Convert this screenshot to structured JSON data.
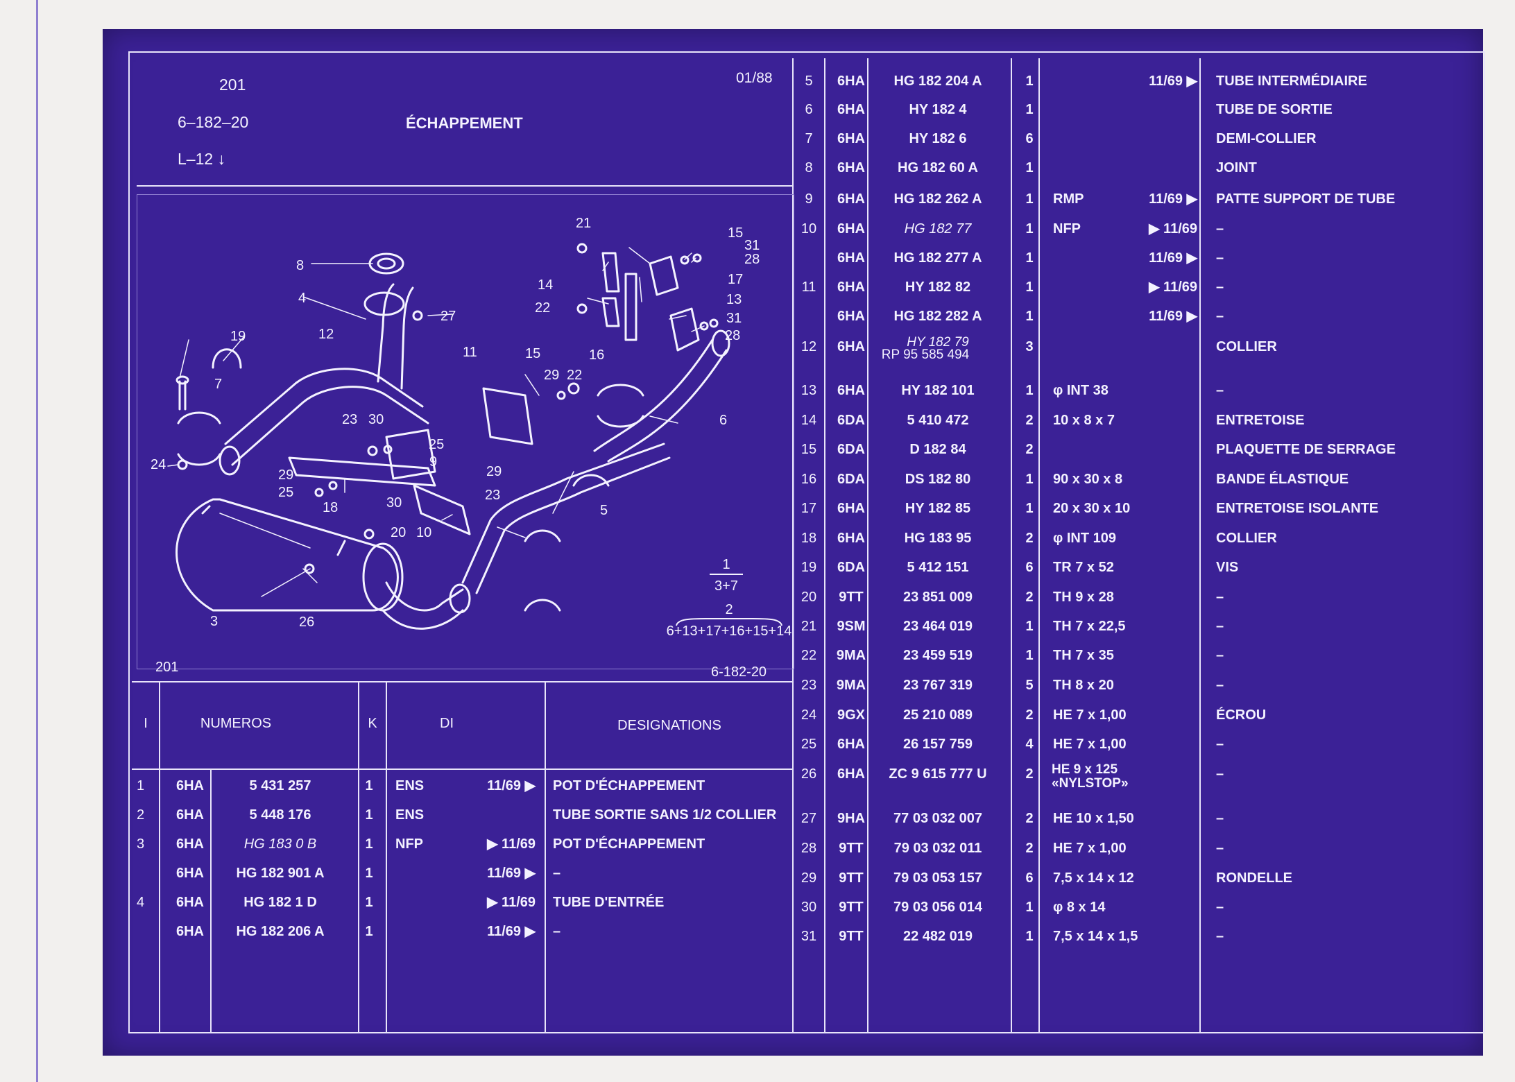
{
  "header": {
    "page_number": "201",
    "group_code": "6–182–20",
    "model": "L–12 ↓",
    "title": "ÉCHAPPEMENT",
    "date": "01/88"
  },
  "diagram": {
    "corner_left": "201",
    "corner_right": "6-182-20",
    "fraction_numerator": "1",
    "fraction_denominator": "3+7",
    "group_top": "2",
    "group_bottom": "6+13+17+16+15+14",
    "callouts": [
      "21",
      "15",
      "31",
      "28",
      "8",
      "14",
      "17",
      "4",
      "27",
      "22",
      "13",
      "31",
      "12",
      "19",
      "11",
      "15",
      "16",
      "28",
      "7",
      "29",
      "22",
      "6",
      "23",
      "30",
      "25",
      "9",
      "24",
      "29",
      "29",
      "25",
      "23",
      "18",
      "30",
      "5",
      "20",
      "10",
      "3",
      "26"
    ]
  },
  "lower_table": {
    "headers": {
      "index": "I",
      "numeros": "NUMEROS",
      "k": "K",
      "di": "DI",
      "designations": "DESIGNATIONS"
    },
    "rows": [
      {
        "i": "1",
        "code": "6HA",
        "number": "5 431 257",
        "k": "1",
        "di": "ENS",
        "date": "11/69 ▶",
        "designation": "POT D'ÉCHAPPEMENT",
        "italic": false
      },
      {
        "i": "2",
        "code": "6HA",
        "number": "5 448 176",
        "k": "1",
        "di": "ENS",
        "date": "",
        "designation": "TUBE SORTIE SANS 1/2 COLLIER",
        "italic": false
      },
      {
        "i": "3",
        "code": "6HA",
        "number": "HG 183    0 B",
        "k": "1",
        "di": "NFP",
        "date": "▶ 11/69",
        "designation": "POT D'ÉCHAPPEMENT",
        "italic": true
      },
      {
        "i": "",
        "code": "6HA",
        "number": "HG 182 901 A",
        "k": "1",
        "di": "",
        "date": "11/69 ▶",
        "designation": "–",
        "italic": false
      },
      {
        "i": "4",
        "code": "6HA",
        "number": "HG 182    1 D",
        "k": "1",
        "di": "",
        "date": "▶ 11/69",
        "designation": "TUBE D'ENTRÉE",
        "italic": false
      },
      {
        "i": "",
        "code": "6HA",
        "number": "HG 182 206 A",
        "k": "1",
        "di": "",
        "date": "11/69 ▶",
        "designation": "–",
        "italic": false
      }
    ]
  },
  "right_table": {
    "rows": [
      {
        "i": "5",
        "code": "6HA",
        "number": "HG 182 204 A",
        "k": "1",
        "di": "",
        "date": "11/69 ▶",
        "designation": "TUBE INTERMÉDIAIRE",
        "italic": false
      },
      {
        "i": "6",
        "code": "6HA",
        "number": "HY 182     4",
        "k": "1",
        "di": "",
        "date": "",
        "designation": "TUBE DE SORTIE",
        "italic": false
      },
      {
        "i": "7",
        "code": "6HA",
        "number": "HY 182     6",
        "k": "6",
        "di": "",
        "date": "",
        "designation": "DEMI-COLLIER",
        "italic": false
      },
      {
        "i": "8",
        "code": "6HA",
        "number": "HG 182   60 A",
        "k": "1",
        "di": "",
        "date": "",
        "designation": "JOINT",
        "italic": false
      },
      {
        "i": "9",
        "code": "6HA",
        "number": "HG 182 262 A",
        "k": "1",
        "di": "RMP",
        "date": "11/69 ▶",
        "designation": "PATTE SUPPORT DE TUBE",
        "italic": false
      },
      {
        "i": "10",
        "code": "6HA",
        "number": "HG 182   77",
        "k": "1",
        "di": "NFP",
        "date": "▶ 11/69",
        "designation": "–",
        "italic": true
      },
      {
        "i": "",
        "code": "6HA",
        "number": "HG 182 277 A",
        "k": "1",
        "di": "",
        "date": "11/69 ▶",
        "designation": "–",
        "italic": false
      },
      {
        "i": "11",
        "code": "6HA",
        "number": "HY 182   82",
        "k": "1",
        "di": "",
        "date": "▶ 11/69",
        "designation": "–",
        "italic": false
      },
      {
        "i": "",
        "code": "6HA",
        "number": "HG 182 282 A",
        "k": "1",
        "di": "",
        "date": "11/69 ▶",
        "designation": "–",
        "italic": false
      },
      {
        "i": "12",
        "code": "6HA",
        "number": "HY 182   79",
        "number2": "RP 95 585 494",
        "k": "3",
        "di": "",
        "date": "",
        "designation": "COLLIER",
        "italic": true
      },
      {
        "i": "13",
        "code": "6HA",
        "number": "HY 182 101",
        "k": "1",
        "di": "φ INT 38",
        "date": "",
        "designation": "–",
        "italic": false
      },
      {
        "i": "14",
        "code": "6DA",
        "number": "5 410 472",
        "k": "2",
        "di": "10 x 8 x 7",
        "date": "",
        "designation": "ENTRETOISE",
        "italic": false
      },
      {
        "i": "15",
        "code": "6DA",
        "number": "D  182   84",
        "k": "2",
        "di": "",
        "date": "",
        "designation": "PLAQUETTE DE SERRAGE",
        "italic": false
      },
      {
        "i": "16",
        "code": "6DA",
        "number": "DS 182   80",
        "k": "1",
        "di": "90 x 30 x 8",
        "date": "",
        "designation": "BANDE ÉLASTIQUE",
        "italic": false
      },
      {
        "i": "17",
        "code": "6HA",
        "number": "HY 182   85",
        "k": "1",
        "di": "20 x 30 x 10",
        "date": "",
        "designation": "ENTRETOISE ISOLANTE",
        "italic": false
      },
      {
        "i": "18",
        "code": "6HA",
        "number": "HG 183   95",
        "k": "2",
        "di": "φ INT 109",
        "date": "",
        "designation": "COLLIER",
        "italic": false
      },
      {
        "i": "19",
        "code": "6DA",
        "number": "5 412 151",
        "k": "6",
        "di": "TR 7 x 52",
        "date": "",
        "designation": "VIS",
        "italic": false
      },
      {
        "i": "20",
        "code": "9TT",
        "number": "23 851 009",
        "k": "2",
        "di": "TH 9 x 28",
        "date": "",
        "designation": "–",
        "italic": false
      },
      {
        "i": "21",
        "code": "9SM",
        "number": "23 464 019",
        "k": "1",
        "di": "TH 7 x 22,5",
        "date": "",
        "designation": "–",
        "italic": false
      },
      {
        "i": "22",
        "code": "9MA",
        "number": "23 459 519",
        "k": "1",
        "di": "TH 7 x 35",
        "date": "",
        "designation": "–",
        "italic": false
      },
      {
        "i": "23",
        "code": "9MA",
        "number": "23 767 319",
        "k": "5",
        "di": "TH 8 x 20",
        "date": "",
        "designation": "–",
        "italic": false
      },
      {
        "i": "24",
        "code": "9GX",
        "number": "25 210 089",
        "k": "2",
        "di": "HE 7 x 1,00",
        "date": "",
        "designation": "ÉCROU",
        "italic": false
      },
      {
        "i": "25",
        "code": "6HA",
        "number": "26 157 759",
        "k": "4",
        "di": "HE 7 x 1,00",
        "date": "",
        "designation": "–",
        "italic": false
      },
      {
        "i": "26",
        "code": "6HA",
        "number": "ZC 9 615 777 U",
        "k": "2",
        "di": "HE 9 x 125",
        "di2": "«NYLSTOP»",
        "date": "",
        "designation": "–",
        "italic": false
      },
      {
        "i": "27",
        "code": "9HA",
        "number": "77 03 032 007",
        "k": "2",
        "di": "HE 10 x 1,50",
        "date": "",
        "designation": "–",
        "italic": false
      },
      {
        "i": "28",
        "code": "9TT",
        "number": "79 03 032 011",
        "k": "2",
        "di": "HE 7 x 1,00",
        "date": "",
        "designation": "–",
        "italic": false
      },
      {
        "i": "29",
        "code": "9TT",
        "number": "79 03 053 157",
        "k": "6",
        "di": "7,5 x 14 x 12",
        "date": "",
        "designation": "RONDELLE",
        "italic": false
      },
      {
        "i": "30",
        "code": "9TT",
        "number": "79 03 056 014",
        "k": "1",
        "di": "φ 8 x 14",
        "date": "",
        "designation": "–",
        "italic": false
      },
      {
        "i": "31",
        "code": "9TT",
        "number": "22 482 019",
        "k": "1",
        "di": "7,5 x 14 x 1,5",
        "date": "",
        "designation": "–",
        "italic": false
      }
    ]
  },
  "colors": {
    "sheet": "#3b2196",
    "ink": "#f4f2ff",
    "paper": "#f2f0ee"
  }
}
